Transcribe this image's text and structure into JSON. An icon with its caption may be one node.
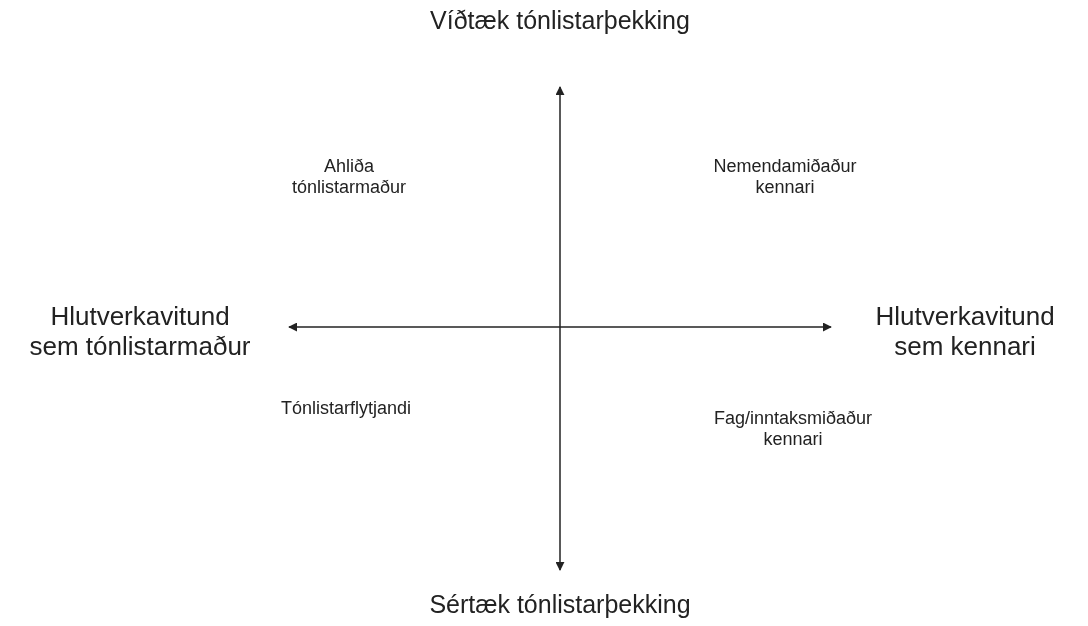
{
  "diagram": {
    "labels": [
      "Víðtæk tónlistarþekking",
      "Ahliða tónlistarmaður",
      "Nemendamiðaður kennari",
      "Hlutverkavitund sem tónlistarmaður",
      "Hlutverkavitund sem kennari",
      "Tónlistarflytjandi",
      "Fag/inntaksmiðaður kennari",
      "Sértæk tónlistarþekking"
    ]
  }
}
